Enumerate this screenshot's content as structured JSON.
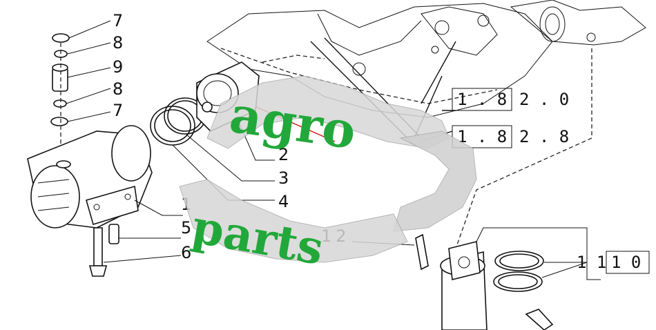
{
  "callouts": {
    "c7a": "7",
    "c8a": "8",
    "c9": "9",
    "c8b": "8",
    "c7b": "7",
    "c2": "2",
    "c3": "3",
    "c4": "4",
    "c1": "1",
    "c5": "5",
    "c6": "6",
    "c12": "12"
  },
  "references": {
    "ref1": {
      "box": "1 . 8",
      "rest": "2 . 0"
    },
    "ref2": {
      "box": "1 . 8",
      "rest": "2 . 8"
    },
    "ref3": {
      "plain": "1 1",
      "box": "1 0"
    }
  },
  "watermark": {
    "word1": "agro",
    "word2": "parts"
  },
  "colors": {
    "watermark_green": "#22a83a",
    "leader_red": "#cc1111",
    "line": "#111111"
  }
}
